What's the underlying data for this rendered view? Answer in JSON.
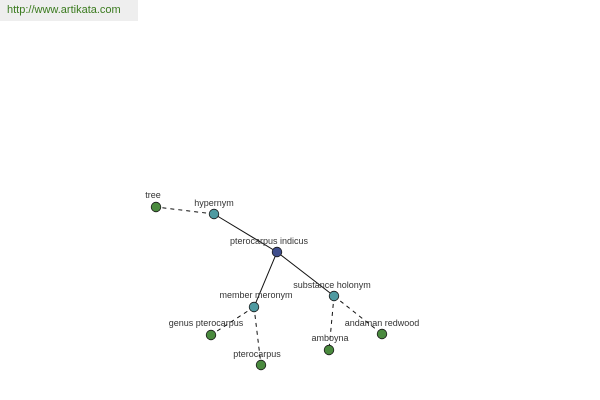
{
  "site": {
    "url": "http://www.artikata.com",
    "url_color": "#3a7a1e"
  },
  "colors": {
    "root_fill": "#3f4e8c",
    "relation_fill": "#4f9aa1",
    "leaf_fill": "#4a8a3e",
    "node_stroke": "#1a1a1a",
    "edge": "#111111",
    "label": "#333333"
  },
  "graph": {
    "nodes": [
      {
        "id": "root",
        "label": "pterocarpus indicus",
        "kind": "root"
      },
      {
        "id": "hypernym",
        "label": "hypernym",
        "kind": "relation"
      },
      {
        "id": "tree",
        "label": "tree",
        "kind": "leaf"
      },
      {
        "id": "member-meronym",
        "label": "member meronym",
        "kind": "relation"
      },
      {
        "id": "genus-pterocarpus",
        "label": "genus pterocarpus",
        "kind": "leaf"
      },
      {
        "id": "pterocarpus",
        "label": "pterocarpus",
        "kind": "leaf"
      },
      {
        "id": "substance-holonym",
        "label": "substance holonym",
        "kind": "relation"
      },
      {
        "id": "amboyna",
        "label": "amboyna",
        "kind": "leaf"
      },
      {
        "id": "andaman-redwood",
        "label": "andaman redwood",
        "kind": "leaf"
      }
    ],
    "edges": [
      {
        "from": "root",
        "to": "hypernym",
        "style": "solid"
      },
      {
        "from": "root",
        "to": "member-meronym",
        "style": "solid"
      },
      {
        "from": "root",
        "to": "substance-holonym",
        "style": "solid"
      },
      {
        "from": "hypernym",
        "to": "tree",
        "style": "dashed"
      },
      {
        "from": "member-meronym",
        "to": "genus-pterocarpus",
        "style": "dashed"
      },
      {
        "from": "member-meronym",
        "to": "pterocarpus",
        "style": "dashed"
      },
      {
        "from": "substance-holonym",
        "to": "amboyna",
        "style": "dashed"
      },
      {
        "from": "substance-holonym",
        "to": "andaman-redwood",
        "style": "dashed"
      }
    ]
  }
}
